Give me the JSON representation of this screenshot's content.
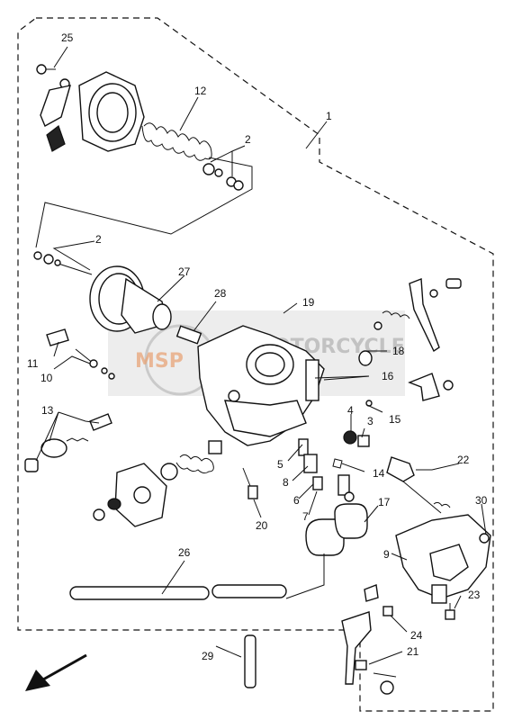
{
  "labels": {
    "n1": "1",
    "n2a": "2",
    "n2b": "2",
    "n3": "3",
    "n4": "4",
    "n5": "5",
    "n6": "6",
    "n7": "7",
    "n8": "8",
    "n9": "9",
    "n10": "10",
    "n11": "11",
    "n12": "12",
    "n13": "13",
    "n14": "14",
    "n15": "15",
    "n16": "16",
    "n17": "17",
    "n18": "18",
    "n19": "19",
    "n20": "20",
    "n21": "21",
    "n22": "22",
    "n23": "23",
    "n24": "24",
    "n25": "25",
    "n26": "26",
    "n27": "27",
    "n28": "28",
    "n29": "29",
    "n30": "30"
  },
  "watermark": {
    "text": "MOTORCYCLE",
    "logo": "MSP"
  },
  "direction_indicator": "front-arrow-icon",
  "colors": {
    "line": "#111111",
    "watermark": "#b0b0b0",
    "watermark_logo": "#e8a070"
  }
}
